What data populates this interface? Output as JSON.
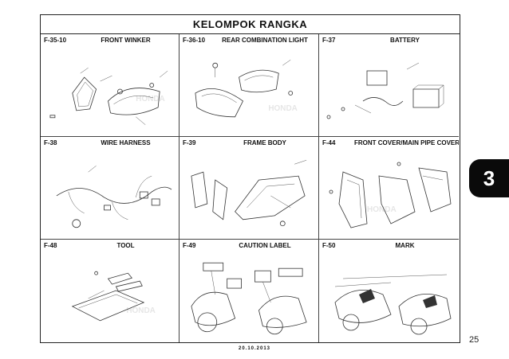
{
  "header": {
    "title": "KELOMPOK RANGKA"
  },
  "cells": [
    {
      "code": "F-35-10",
      "name": "FRONT WINKER"
    },
    {
      "code": "F-36-10",
      "name": "REAR COMBINATION LIGHT"
    },
    {
      "code": "F-37",
      "name": "BATTERY"
    },
    {
      "code": "F-38",
      "name": "WIRE HARNESS"
    },
    {
      "code": "F-39",
      "name": "FRAME BODY"
    },
    {
      "code": "F-44",
      "name": "FRONT COVER/MAIN PIPE COVER"
    },
    {
      "code": "F-48",
      "name": "TOOL"
    },
    {
      "code": "F-49",
      "name": "CAUTION LABEL"
    },
    {
      "code": "F-50",
      "name": "MARK"
    }
  ],
  "side_tab": {
    "number": "3"
  },
  "page_number": "25",
  "footer": {
    "date": "20.10.2013"
  },
  "watermark": "HONDA"
}
